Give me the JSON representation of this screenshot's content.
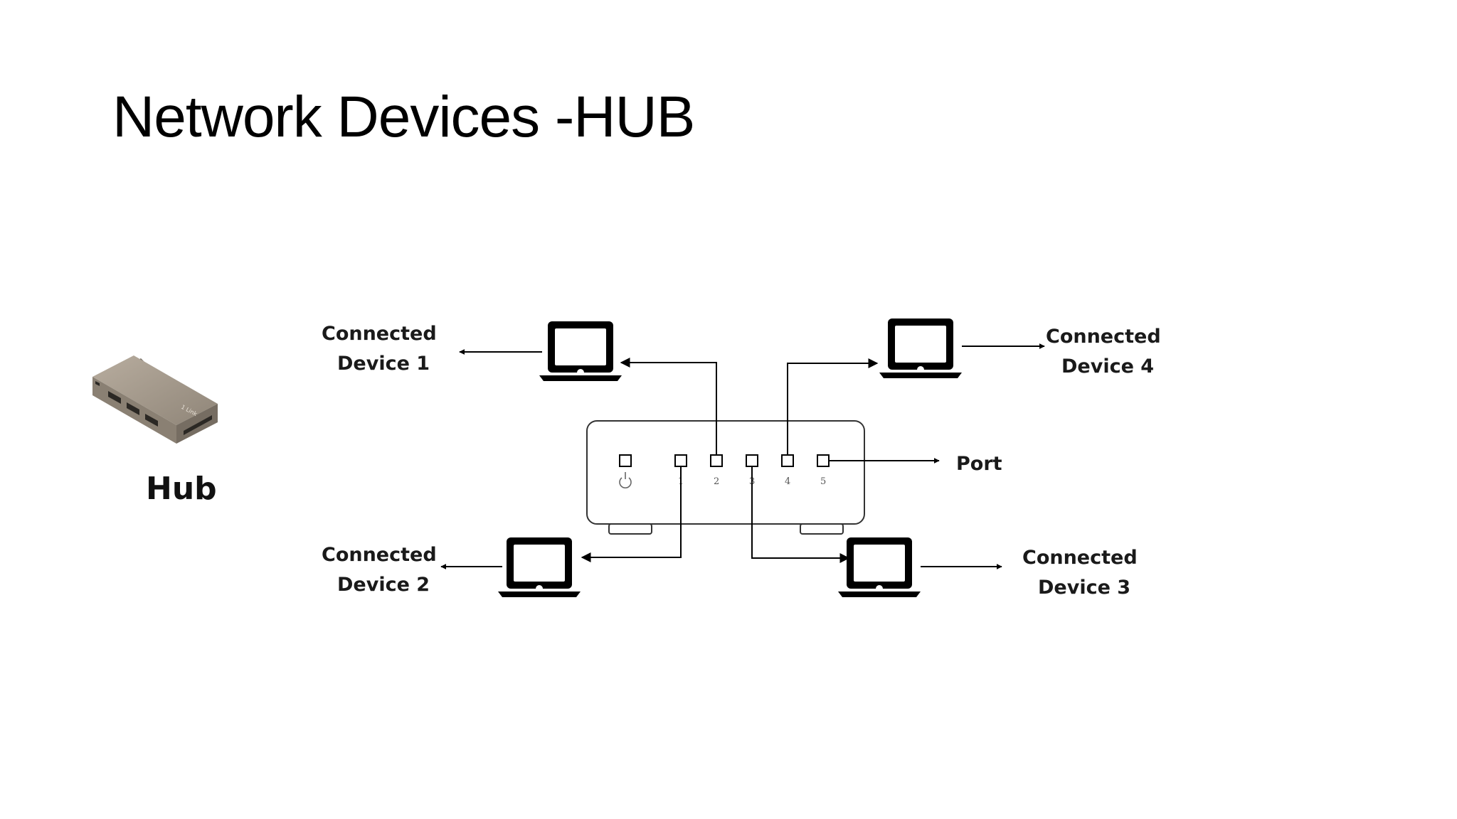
{
  "slide": {
    "title": "Network Devices -HUB"
  },
  "hub_image": {
    "caption": "Hub",
    "icon": "usb-hub-photo",
    "body_color": "#9c9285",
    "brand_text": "1 Link"
  },
  "diagram": {
    "devices": [
      {
        "line1": "Connected",
        "line2": "Device 1",
        "icon": "laptop-icon"
      },
      {
        "line1": "Connected",
        "line2": "Device 2",
        "icon": "laptop-icon"
      },
      {
        "line1": "Connected",
        "line2": "Device 3",
        "icon": "laptop-icon"
      },
      {
        "line1": "Connected",
        "line2": "Device 4",
        "icon": "laptop-icon"
      }
    ],
    "port_label": "Port",
    "port_numbers": [
      "1",
      "2",
      "3",
      "4",
      "5"
    ],
    "power_icon": "power-icon"
  }
}
